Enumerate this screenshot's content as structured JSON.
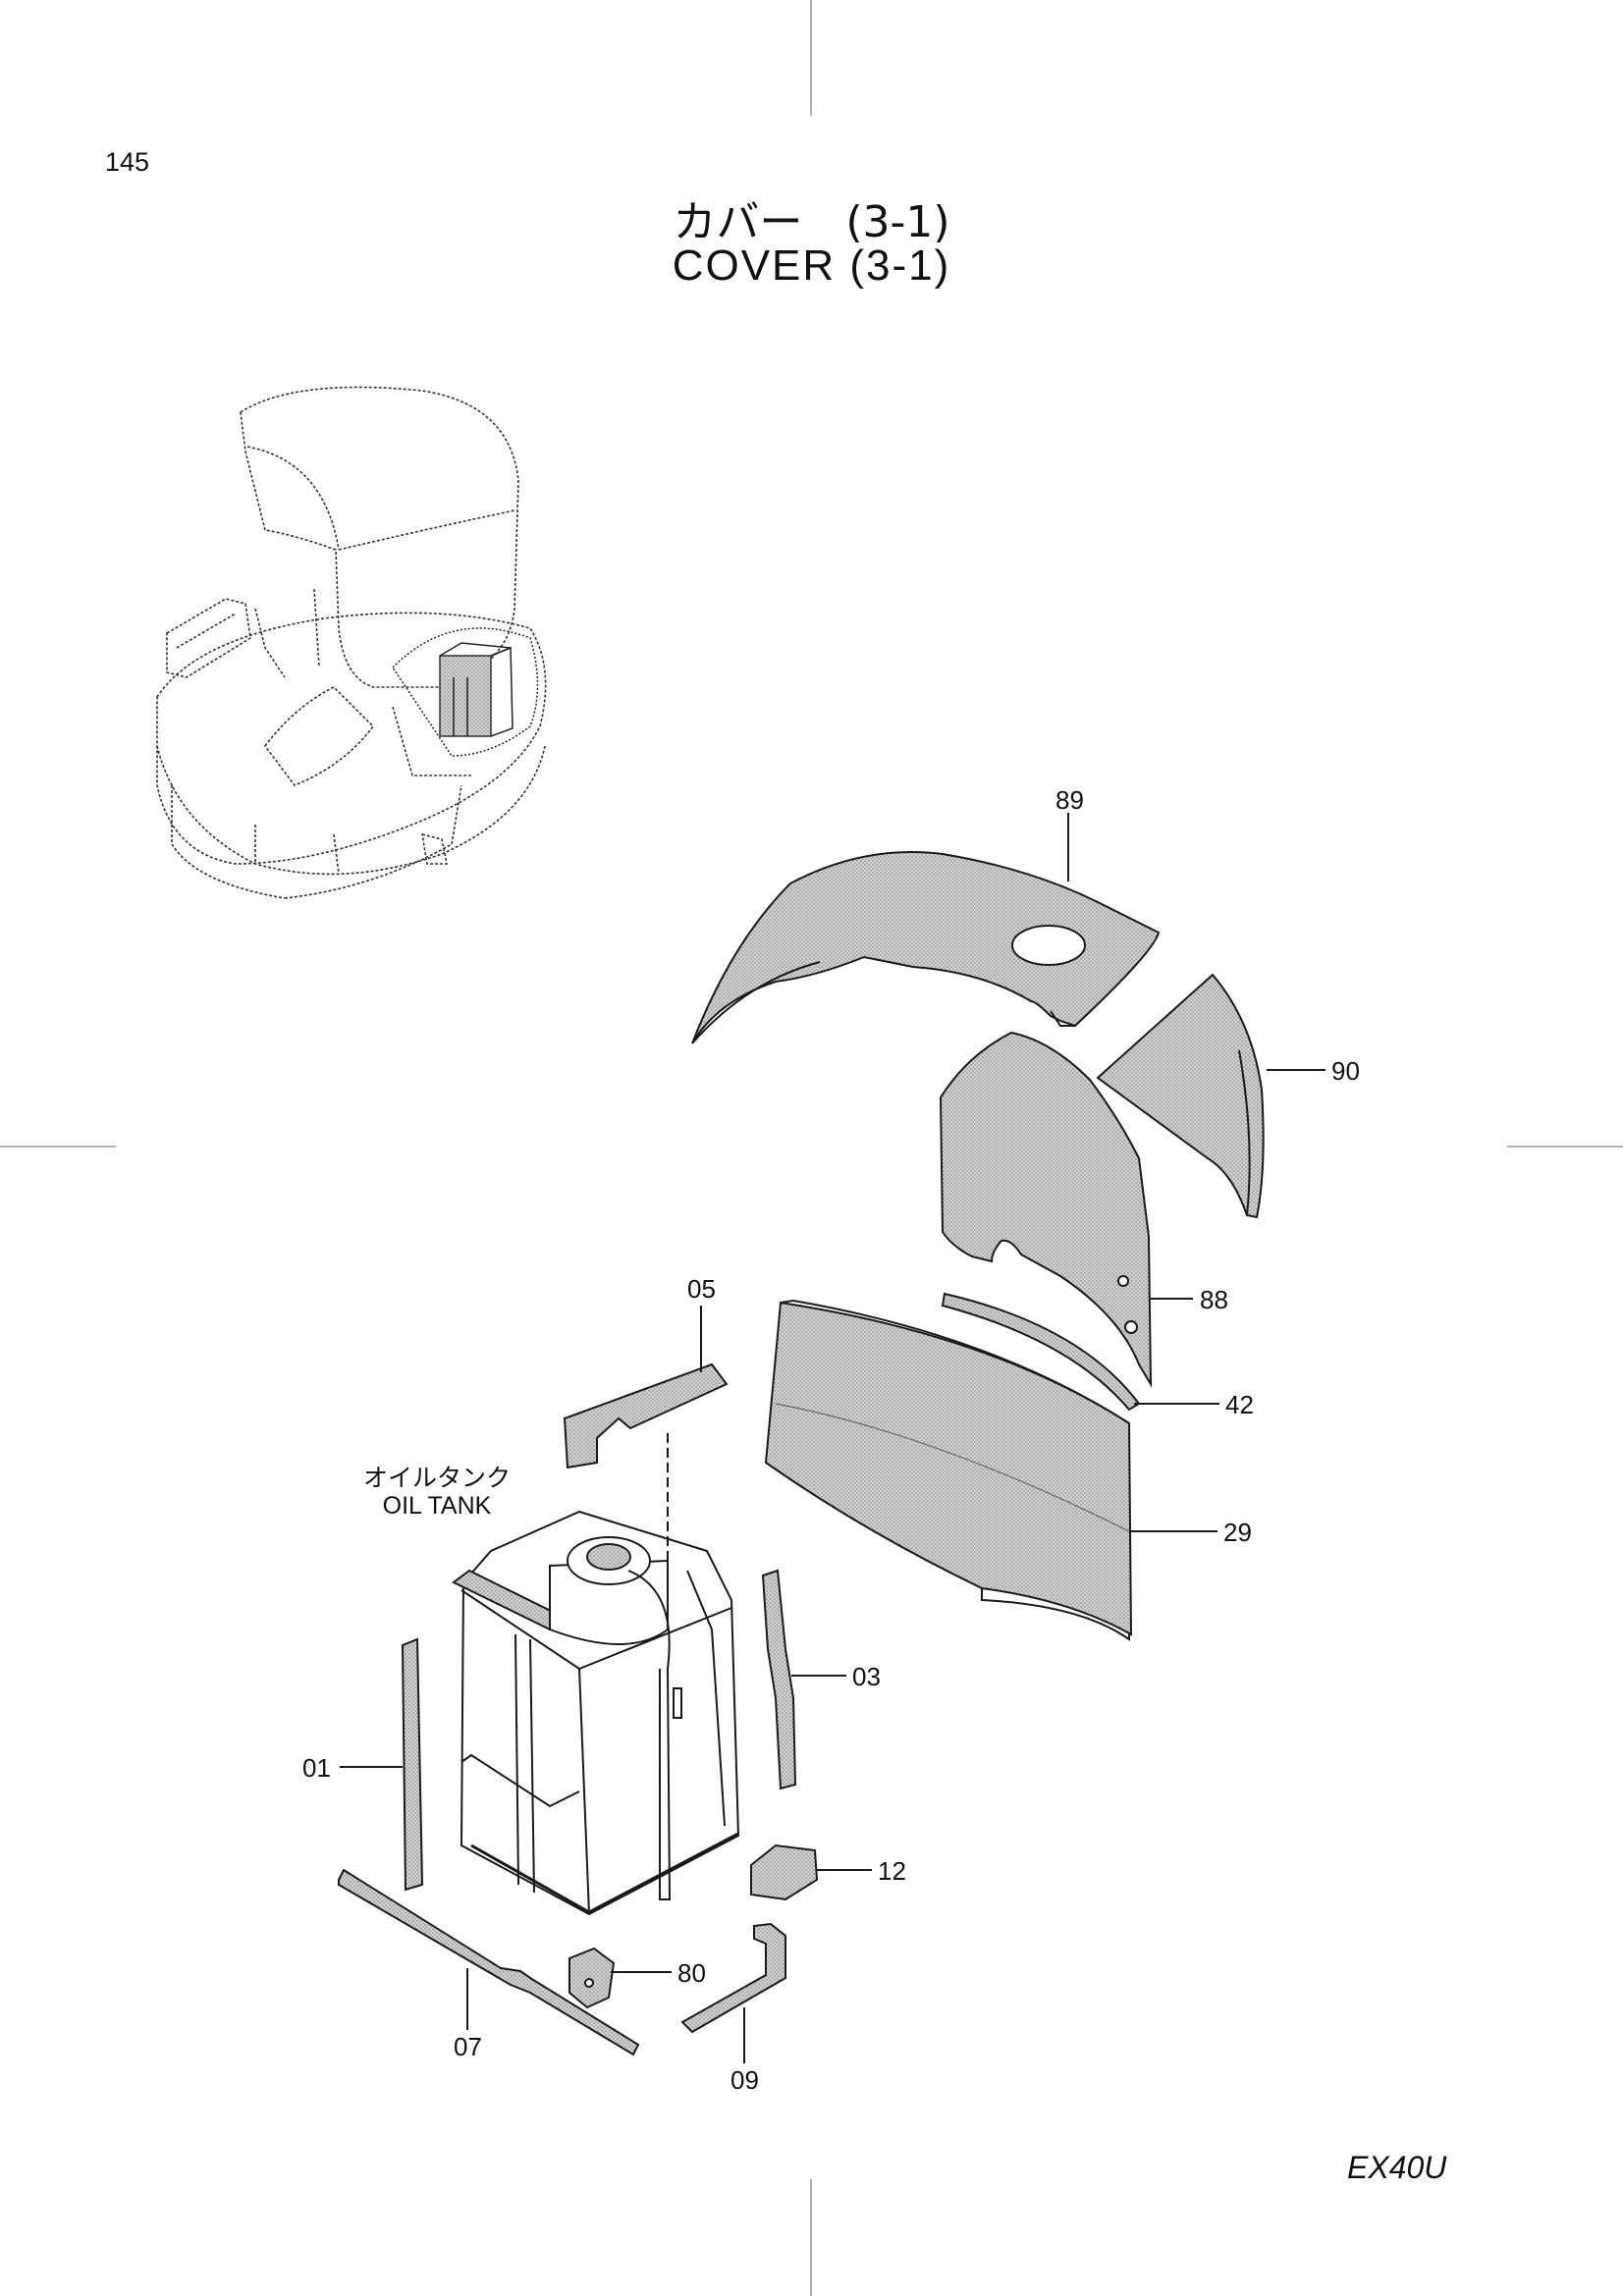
{
  "page": {
    "number": "145",
    "model": "EX40U"
  },
  "title": {
    "japanese": "カバー　(3-1)",
    "english": "COVER  (3-1)"
  },
  "assembly_label": {
    "japanese": "オイルタンク",
    "english": "OIL TANK"
  },
  "callouts": {
    "p89": "89",
    "p90": "90",
    "p88": "88",
    "p42": "42",
    "p29": "29",
    "p05": "05",
    "p03": "03",
    "p01": "01",
    "p12": "12",
    "p80": "80",
    "p07": "07",
    "p09": "09"
  },
  "colors": {
    "part_fill": "#bdbdbd",
    "line": "#1a1a1a"
  }
}
